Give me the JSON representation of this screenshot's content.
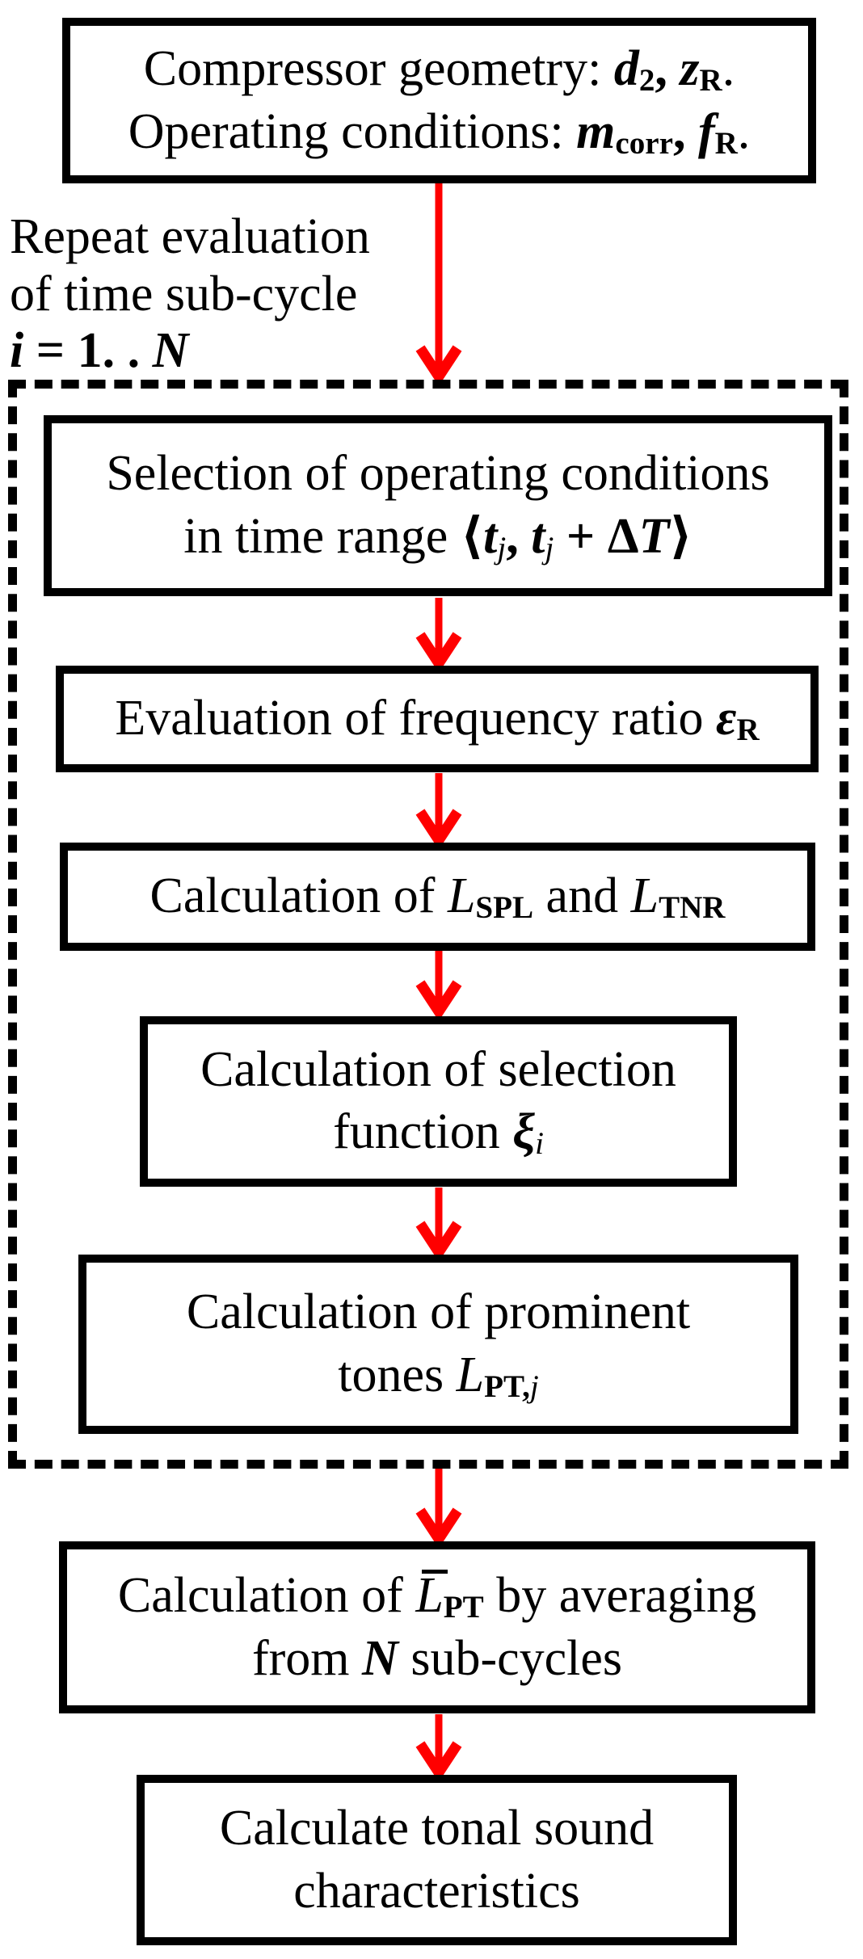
{
  "colors": {
    "ink": "#000000",
    "arrow": "#ff0000",
    "background": "#ffffff"
  },
  "loop_label": {
    "lines": [
      [
        {
          "t": "Repeat evaluation"
        }
      ],
      [
        {
          "t": "of time sub-cycle"
        }
      ],
      [
        {
          "t": "i",
          "s": "bi"
        },
        {
          "t": " = 1. . ",
          "s": "b"
        },
        {
          "t": "N",
          "s": "bi"
        }
      ]
    ]
  },
  "boxes": {
    "inputs": {
      "lines": [
        [
          {
            "t": "Compressor geometry: "
          },
          {
            "t": "d",
            "s": "bi"
          },
          {
            "t": "2",
            "s": "sub"
          },
          {
            "t": ", ",
            "s": "b"
          },
          {
            "t": "z",
            "s": "bi"
          },
          {
            "t": "R",
            "s": "sub"
          },
          {
            "t": "."
          }
        ],
        [
          {
            "t": "Operating conditions: "
          },
          {
            "t": "m",
            "s": "bi"
          },
          {
            "t": "corr",
            "s": "sub"
          },
          {
            "t": ", ",
            "s": "b"
          },
          {
            "t": "f",
            "s": "bi"
          },
          {
            "t": "R",
            "s": "sub"
          },
          {
            "t": "."
          }
        ]
      ]
    },
    "selection_conditions": {
      "lines": [
        [
          {
            "t": "Selection of operating conditions"
          }
        ],
        [
          {
            "t": "in time range "
          },
          {
            "t": "⟨",
            "s": "b"
          },
          {
            "t": "t",
            "s": "bi"
          },
          {
            "t": "j",
            "s": "subi"
          },
          {
            "t": ", ",
            "s": "b"
          },
          {
            "t": "t",
            "s": "bi"
          },
          {
            "t": "j",
            "s": "subi"
          },
          {
            "t": " + Δ",
            "s": "b"
          },
          {
            "t": "T",
            "s": "bi"
          },
          {
            "t": "⟩",
            "s": "b"
          }
        ]
      ]
    },
    "frequency_ratio": {
      "lines": [
        [
          {
            "t": "Evaluation of frequency ratio "
          },
          {
            "t": "ε",
            "s": "bi"
          },
          {
            "t": "R",
            "s": "sub"
          }
        ]
      ]
    },
    "levels": {
      "lines": [
        [
          {
            "t": "Calculation of "
          },
          {
            "t": "L",
            "s": "i"
          },
          {
            "t": "SPL",
            "s": "sub"
          },
          {
            "t": " and "
          },
          {
            "t": "L",
            "s": "i"
          },
          {
            "t": "TNR",
            "s": "sub"
          }
        ]
      ]
    },
    "selection_function": {
      "lines": [
        [
          {
            "t": "Calculation of selection"
          }
        ],
        [
          {
            "t": "function "
          },
          {
            "t": "ξ",
            "s": "bi"
          },
          {
            "t": "i",
            "s": "subi"
          }
        ]
      ]
    },
    "prominent_tones": {
      "lines": [
        [
          {
            "t": "Calculation of prominent"
          }
        ],
        [
          {
            "t": "tones "
          },
          {
            "t": "L",
            "s": "i"
          },
          {
            "t": "PT,",
            "s": "sub"
          },
          {
            "t": "j",
            "s": "subi"
          }
        ]
      ]
    },
    "averaging": {
      "lines": [
        [
          {
            "t": "Calculation of "
          },
          {
            "t": "L",
            "s": "ov"
          },
          {
            "t": "PT",
            "s": "sub"
          },
          {
            "t": " by averaging"
          }
        ],
        [
          {
            "t": "from "
          },
          {
            "t": "N",
            "s": "bi"
          },
          {
            "t": " sub-cycles"
          }
        ]
      ]
    },
    "tonal_characteristics": {
      "lines": [
        [
          {
            "t": "Calculate tonal sound"
          }
        ],
        [
          {
            "t": "characteristics"
          }
        ]
      ]
    }
  }
}
